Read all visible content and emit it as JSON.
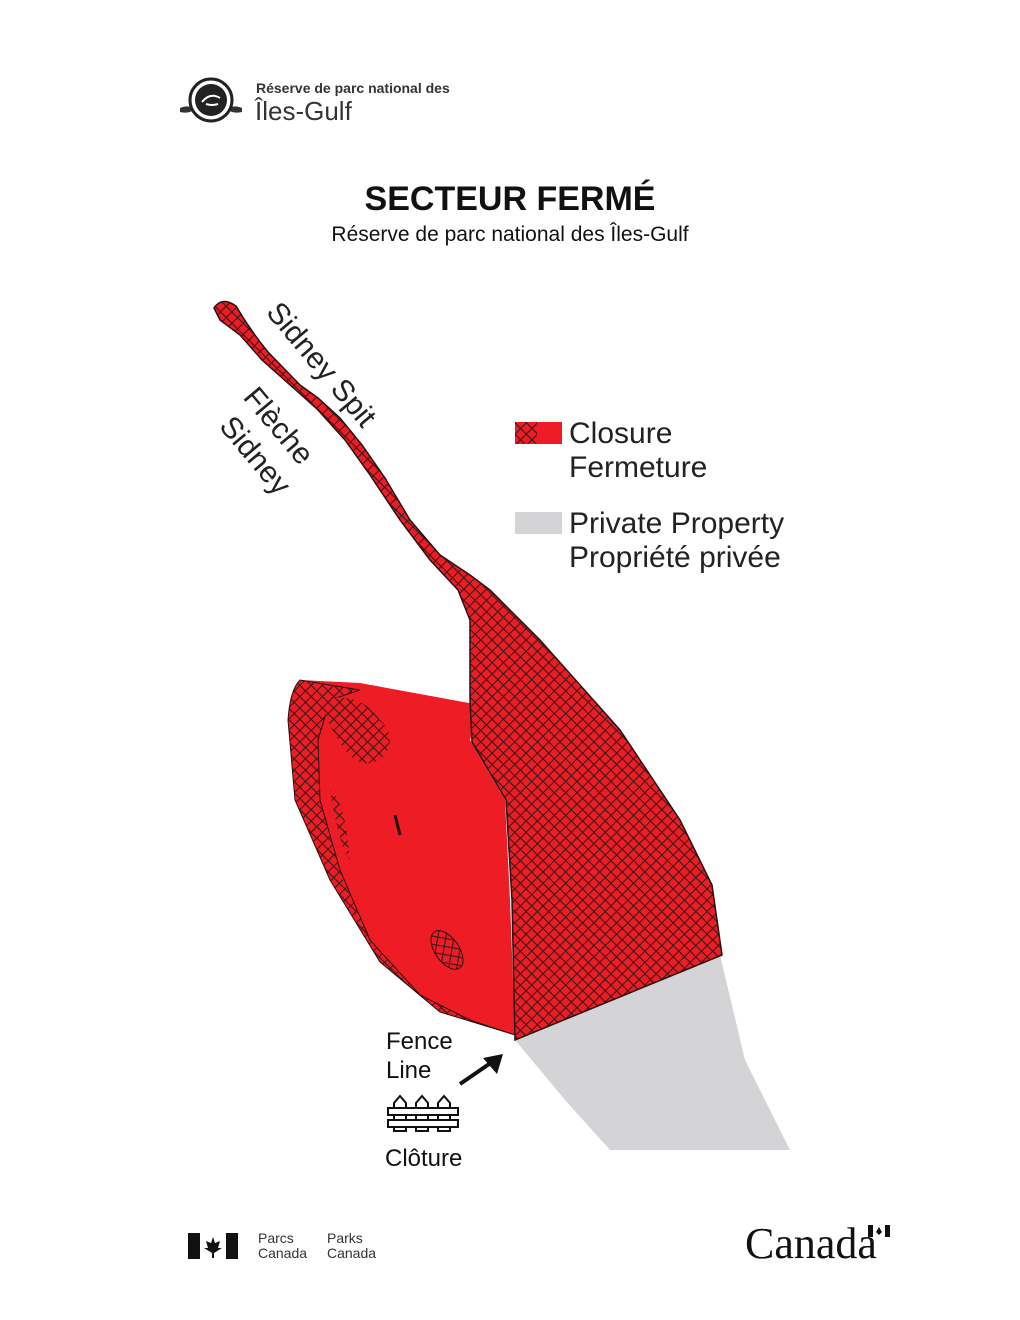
{
  "header": {
    "org_line1": "Réserve de parc national des",
    "org_line2": "Îles-Gulf"
  },
  "title": "SECTEUR FERMÉ",
  "subtitle": "Réserve de parc national des Îles-Gulf",
  "map": {
    "label_en": "Sidney Spit",
    "label_fr_line1": "Flèche",
    "label_fr_line2": "Sidney",
    "fence_label_en_line1": "Fence",
    "fence_label_en_line2": "Line",
    "fence_label_fr": "Clôture"
  },
  "legend": [
    {
      "en": "Closure",
      "fr": "Fermeture",
      "color": "#ee1c25"
    },
    {
      "en": "Private Property",
      "fr": "Propriété privée",
      "color": "#d4d4d6"
    }
  ],
  "footer": {
    "parcs": "Parcs",
    "canada_fr": "Canada",
    "parks": "Parks",
    "canada_en": "Canada",
    "wordmark": "Canada"
  }
}
